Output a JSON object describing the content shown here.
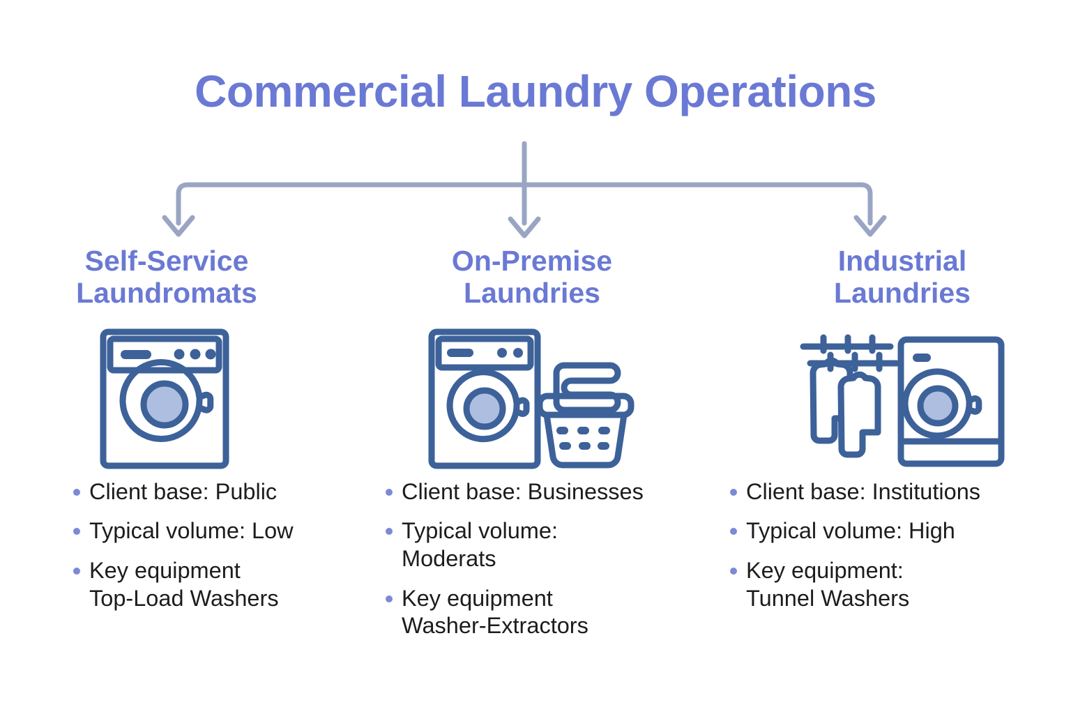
{
  "title": "Commercial Laundry Operations",
  "theme": {
    "heading_color": "#6a79d4",
    "icon_stroke": "#3d6199",
    "icon_fill": "#aebee0",
    "connector_color": "#9aa5c4",
    "bullet_color": "#7b89d8",
    "body_text_color": "#1c1c1c",
    "background": "#ffffff"
  },
  "columns": [
    {
      "heading_line1": "Self-Service",
      "heading_line2": "Laundromats",
      "icon": "washing-machine-icon",
      "bullets": [
        "Client base: Public",
        "Typical volume: Low",
        "Key equipment\nTop-Load Washers"
      ]
    },
    {
      "heading_line1": "On-Premise",
      "heading_line2": "Laundries",
      "icon": "washing-machine-with-laundry-basket-icon",
      "bullets": [
        "Client base: Businesses",
        "Typical volume:\nModerats",
        "Key equipment\nWasher-Extractors"
      ]
    },
    {
      "heading_line1": "Industrial",
      "heading_line2": "Laundries",
      "icon": "hanging-garments-with-washing-machine-icon",
      "bullets": [
        "Client base: Institutions",
        "Typical volume: High",
        "Key equipment:\nTunnel Washers"
      ]
    }
  ]
}
